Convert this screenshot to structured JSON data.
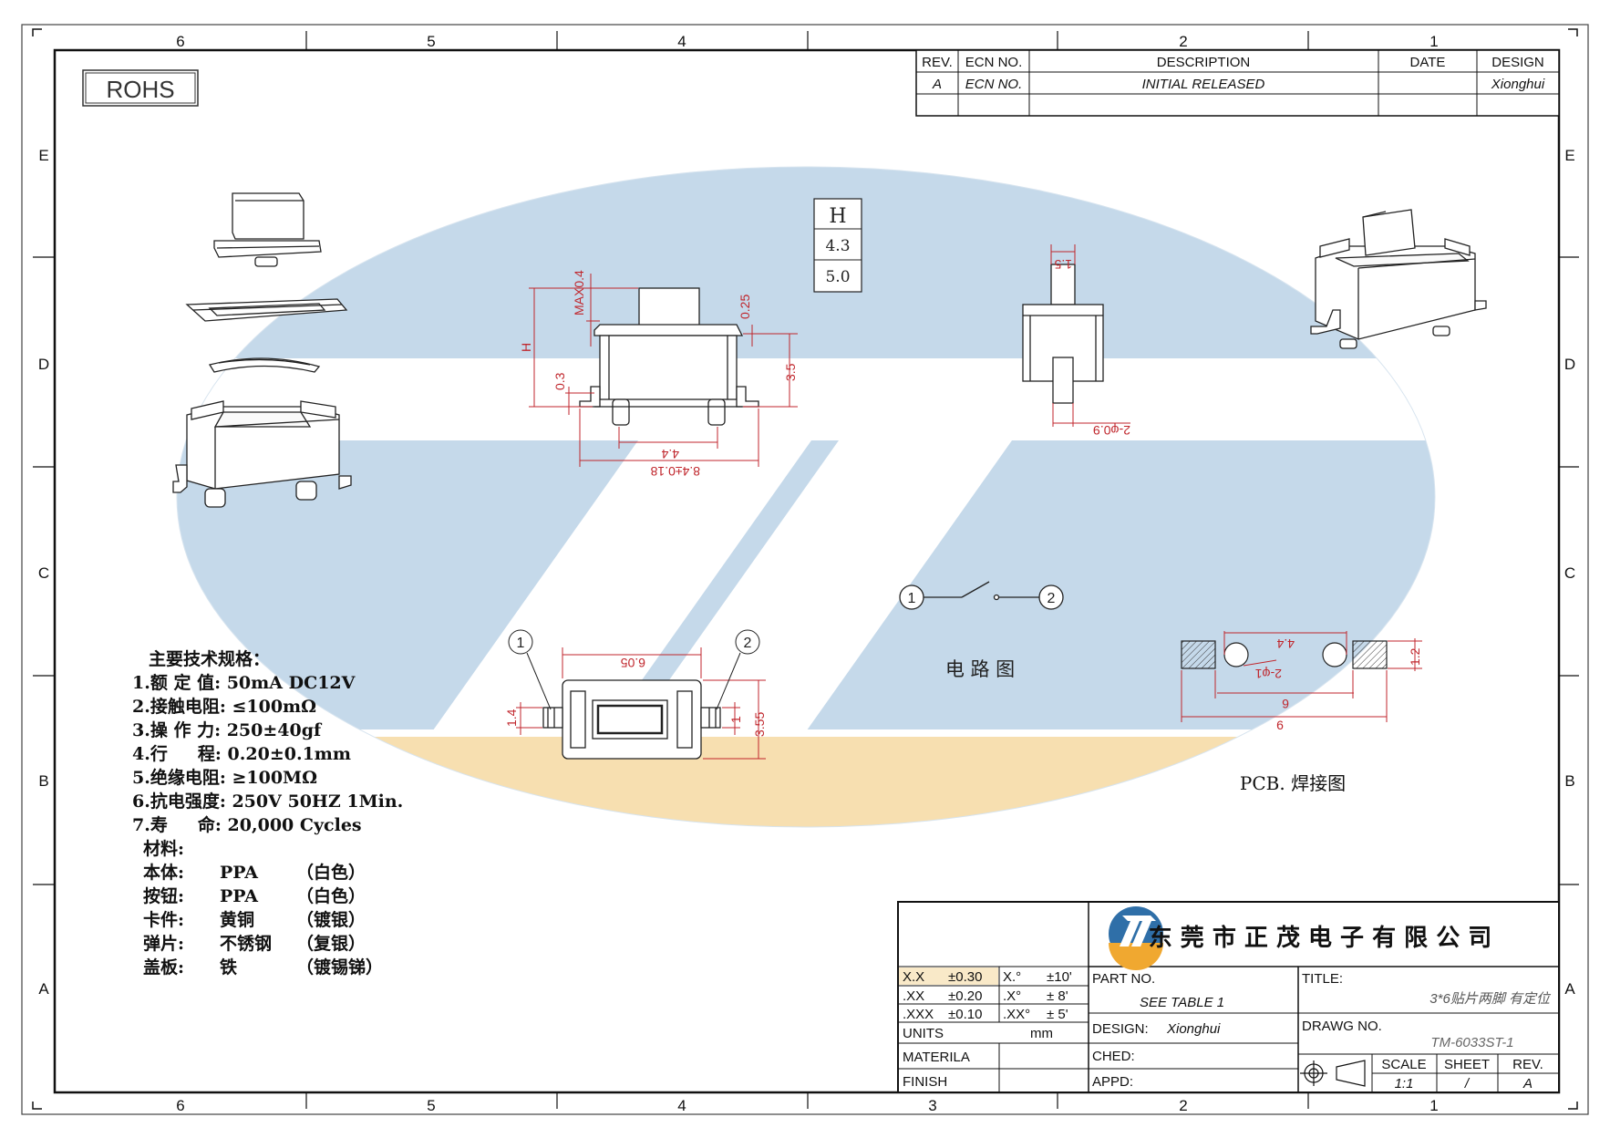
{
  "frame": {
    "col_labels": [
      "6",
      "5",
      "4",
      "3",
      "2",
      "1"
    ],
    "row_labels": [
      "E",
      "D",
      "C",
      "B",
      "A"
    ]
  },
  "rohs": "ROHS",
  "revision_table": {
    "headers": {
      "rev": "REV.",
      "ecn": "ECN NO.",
      "description": "DESCRIPTION",
      "date": "DATE",
      "design": "DESIGN"
    },
    "row": {
      "rev": "A",
      "ecn": "ECN NO.",
      "description": "INITIAL  RELEASED",
      "date": "",
      "design": "Xionghui"
    }
  },
  "h_table": {
    "header": "H",
    "values": [
      "4.3",
      "5.0"
    ]
  },
  "dimensions": {
    "front": {
      "max": "MAX0.4",
      "h": "H",
      "d025": "0.25",
      "d03": "0.3",
      "d35": "3.5",
      "d44": "4.4",
      "d84": "8.4±0.18"
    },
    "side": {
      "d15": "1.5",
      "d09": "2-φ0.9"
    },
    "bottom": {
      "d605": "6.05",
      "d14": "1.4",
      "d1": "1",
      "d355": "3.55"
    },
    "pcb": {
      "d44": "4.4",
      "phi": "2-φ1",
      "d12": "1.2",
      "d6a": "6",
      "d6b": "6"
    }
  },
  "circuit": {
    "n1": "1",
    "n2": "2",
    "label": "电 路 图"
  },
  "pcb_label": "PCB. 焊接图",
  "balloons": {
    "b1": "1",
    "b2": "2"
  },
  "specs": {
    "title": "主要技术规格：",
    "items": [
      "1.额 定 值: 50mA DC12V",
      "2.接触电阻: ≤100mΩ",
      "3.操 作 力: 250±40gf",
      "4.行     程: 0.20±0.1mm",
      "5.绝缘电阻: ≥100MΩ",
      "6.抗电强度: 250V 50HZ 1Min.",
      "7.寿     命: 20,000 Cycles"
    ],
    "materials_title": "材料:",
    "materials": [
      {
        "part": "本体:",
        "mat": "PPA",
        "finish": "（白色）"
      },
      {
        "part": "按钮:",
        "mat": "PPA",
        "finish": "（白色）"
      },
      {
        "part": "卡件:",
        "mat": "黄铜",
        "finish": "（镀银）"
      },
      {
        "part": "弹片:",
        "mat": "不锈钢",
        "finish": "（复银）"
      },
      {
        "part": "盖板:",
        "mat": "铁",
        "finish": "（镀锡锑）"
      }
    ]
  },
  "title_block": {
    "company": "东 莞 市 正 茂 电 子 有 限 公 司",
    "tolerances": [
      {
        "a": "X.X",
        "b": "±0.30",
        "c": "X.°",
        "d": "±10'"
      },
      {
        "a": ".XX",
        "b": "±0.20",
        "c": ".X°",
        "d": "± 8'"
      },
      {
        "a": ".XXX",
        "b": "±0.10",
        "c": ".XX°",
        "d": "± 5'"
      }
    ],
    "units_label": "UNITS",
    "units_value": "mm",
    "material_label": "MATERILA",
    "finish_label": "FINISH",
    "part_no_label": "PART  NO.",
    "part_no_value": "SEE  TABLE  1",
    "design_label": "DESIGN:",
    "design_value": "Xionghui",
    "ched_label": "CHED:",
    "appd_label": "APPD:",
    "title_label": "TITLE:",
    "title_value": "3*6贴片两脚 有定位",
    "drawg_label": "DRAWG  NO.",
    "drawg_value": "TM-6033ST-1",
    "scale_label": "SCALE",
    "scale_value": "1:1",
    "sheet_label": "SHEET",
    "sheet_value": "/",
    "rev_label": "REV.",
    "rev_value": "A"
  },
  "colors": {
    "watermark_blue": "#c5d9ea",
    "watermark_orange": "#f7dfb0",
    "dimension_red": "#c0262c",
    "ink": "#111111"
  }
}
